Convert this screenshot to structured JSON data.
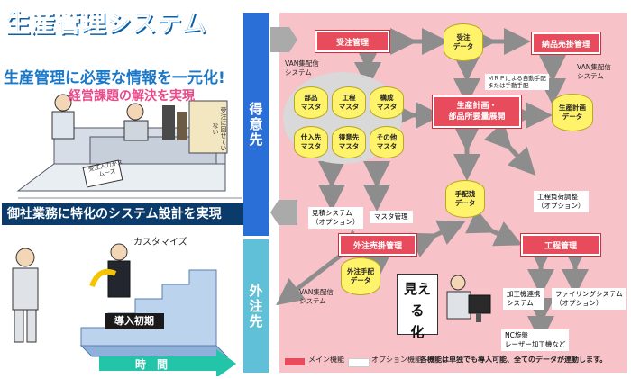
{
  "left": {
    "title": "生産管理システム",
    "headline": "生産管理に必要な情報を一元化!",
    "subheadline": "経営課題の解決を実現",
    "sign1": "受注に回せていない",
    "sign2": "受注入力がスムーズ",
    "band": "御社業務に特化のシステム設計を実現",
    "stairs_label": "カスタマイズ",
    "intro_label": "導入初期",
    "time_label": "時　間"
  },
  "sidebar": {
    "customer": "得意先",
    "supplier": "外注先"
  },
  "diagram": {
    "order_mgmt": "受注管理",
    "delivery_mgmt": "納品売掛管理",
    "order_data_l1": "受注",
    "order_data_l2": "データ",
    "van_customer_l1": "VAN集配信",
    "van_customer_l2": "システム",
    "van_delivery_l1": "VAN集配信",
    "van_delivery_l2": "システム",
    "mrp_note_l1": "ＭＲＰによる自動手配",
    "mrp_note_l2": "または手動手配",
    "plan_l1": "生産計画・",
    "plan_l2": "部品所要量展開",
    "plan_data_l1": "生産計画",
    "plan_data_l2": "データ",
    "masters": [
      {
        "l1": "部品",
        "l2": "マスタ"
      },
      {
        "l1": "工程",
        "l2": "マスタ"
      },
      {
        "l1": "構成",
        "l2": "マスタ"
      },
      {
        "l1": "仕入先",
        "l2": "マスタ"
      },
      {
        "l1": "得意先",
        "l2": "マスタ"
      },
      {
        "l1": "その他",
        "l2": "マスタ"
      }
    ],
    "estimate_l1": "見積システム",
    "estimate_l2": "（オプション）",
    "master_mgmt": "マスタ管理",
    "order_rem_l1": "手配残",
    "order_rem_l2": "データ",
    "load_l1": "工程負荷調整",
    "load_l2": "（オプション）",
    "subcon_mgmt": "外注売掛管理",
    "process_mgmt": "工程管理",
    "subcon_data_l1": "外注手配",
    "subcon_data_l2": "データ",
    "van_subcon_l1": "VAN集配信",
    "van_subcon_l2": "システム",
    "visible_l1": "見える",
    "visible_l2": "化",
    "link_l1": "加工機連携",
    "link_l2": "システム",
    "filing_l1": "ファイリングシステム",
    "filing_l2": "（オプション）",
    "nc_l1": "NC旋盤",
    "nc_l2": "レーザー加工機など"
  },
  "legend": {
    "main": "メイン機能",
    "option": "オプション機能",
    "note": "各機能は単独でも導入可能、全てのデータが連動します。"
  },
  "colors": {
    "main_function": "#e84b5b",
    "panel": "#f7c2c8",
    "data_cylinder": "#fff36b",
    "customer_bar": "#2a6fd8",
    "supplier_bar": "#5fc0d8"
  }
}
